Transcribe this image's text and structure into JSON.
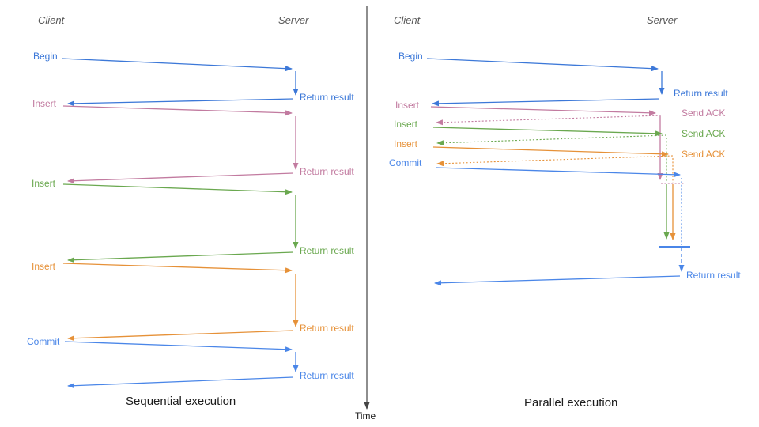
{
  "diagram": {
    "left": {
      "client_header": "Client",
      "server_header": "Server",
      "caption": "Sequential execution",
      "operations": [
        {
          "label": "Begin",
          "color": "#3c78d8",
          "result": "Return result"
        },
        {
          "label": "Insert",
          "color": "#c27ba0",
          "result": "Return result"
        },
        {
          "label": "Insert",
          "color": "#6aa84f",
          "result": "Return result"
        },
        {
          "label": "Insert",
          "color": "#e69138",
          "result": "Return result"
        },
        {
          "label": "Commit",
          "color": "#4a86e8",
          "result": "Return result"
        }
      ]
    },
    "right": {
      "client_header": "Client",
      "server_header": "Server",
      "caption": "Parallel execution",
      "operations": [
        {
          "label": "Begin",
          "color": "#3c78d8",
          "result": "Return result"
        },
        {
          "label": "Insert",
          "color": "#c27ba0",
          "ack": "Send ACK"
        },
        {
          "label": "Insert",
          "color": "#6aa84f",
          "ack": "Send ACK"
        },
        {
          "label": "Insert",
          "color": "#e69138",
          "ack": "Send ACK"
        },
        {
          "label": "Commit",
          "color": "#4a86e8",
          "result": "Return result"
        }
      ]
    },
    "time_axis_label": "Time",
    "colors": {
      "begin_blue": "#3c78d8",
      "commit_blue": "#4a86e8",
      "insert_pink": "#c27ba0",
      "insert_green": "#6aa84f",
      "insert_orange": "#e69138",
      "time_axis": "#444444",
      "header_gray": "#595959",
      "caption_black": "#1c1c1c",
      "background": "#ffffff"
    }
  }
}
